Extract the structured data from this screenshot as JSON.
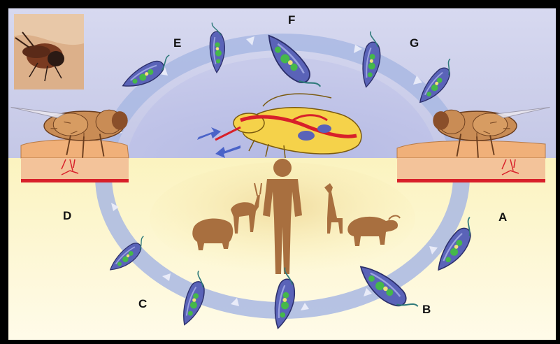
{
  "figure": {
    "stage_labels": {
      "a": "A",
      "b": "B",
      "c": "C",
      "d": "D",
      "e": "E",
      "f": "F",
      "g": "G"
    },
    "icons": [
      "tsetse-fly-photo",
      "tsetse-fly-left-icon",
      "tsetse-fly-right-icon",
      "fly-gut-icon",
      "human-silhouette-icon",
      "antelope-icon",
      "giraffe-icon",
      "warthog-icon",
      "buffalo-icon",
      "trypanosome-icon",
      "cycle-arrow-ring"
    ],
    "colors": {
      "sky": "#c9cbe8",
      "ground": "#f7efb8",
      "ring": "#a9b8e3",
      "parasite": "#5a63b8",
      "parasite_spots": "#45b84a",
      "silhouettes": "#a86f3f",
      "skin": "#f0b079",
      "blood": "#d8202a"
    }
  }
}
